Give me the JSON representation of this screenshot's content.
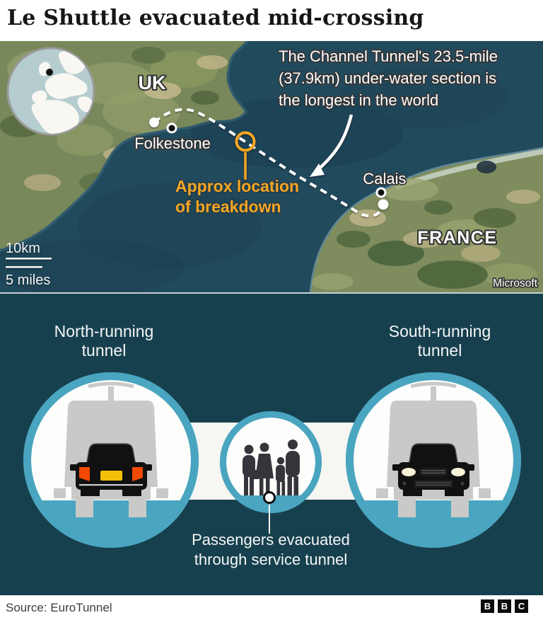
{
  "title": "Le Shuttle evacuated mid-crossing",
  "map": {
    "labels": {
      "uk": "UK",
      "france": "FRANCE",
      "folkestone": "Folkestone",
      "calais": "Calais"
    },
    "annotation_lines": [
      "The Channel Tunnel's 23.5-mile",
      "(37.9km) under-water section is",
      "the longest in the world"
    ],
    "breakdown_lines": [
      "Approx location",
      "of breakdown"
    ],
    "scale": {
      "km": "10km",
      "miles": "5 miles"
    },
    "attribution": "Microsoft",
    "colors": {
      "accent_orange": "#f6a623",
      "sea": "#224a5d",
      "land": "#78885a"
    }
  },
  "diagram": {
    "north_label_lines": [
      "North-running",
      "tunnel"
    ],
    "south_label_lines": [
      "South-running",
      "tunnel"
    ],
    "service_label_lines": [
      "Passengers evacuated",
      "through service tunnel"
    ],
    "colors": {
      "background": "#17404e",
      "ring": "#4aa5c0",
      "interior": "#fdfdfb",
      "band": "#f6f6f3"
    }
  },
  "footer": {
    "source": "Source: EuroTunnel",
    "logo_letters": [
      "B",
      "B",
      "C"
    ]
  }
}
